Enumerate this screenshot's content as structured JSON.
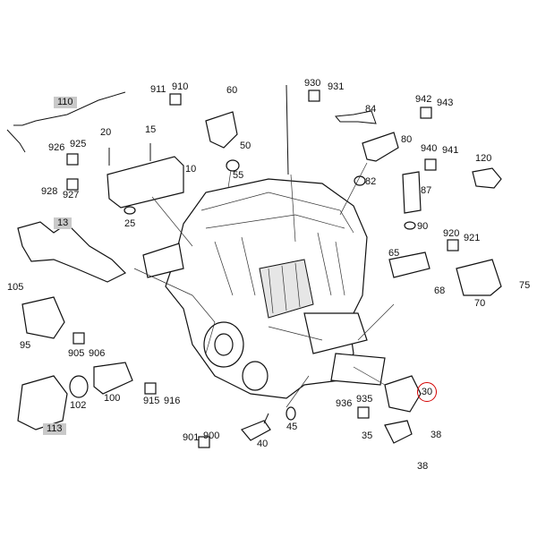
{
  "diagram": {
    "callouts": [
      "10",
      "15",
      "20",
      "25",
      "30",
      "35",
      "38",
      "38",
      "40",
      "45",
      "50",
      "55",
      "60",
      "65",
      "68",
      "70",
      "75",
      "80",
      "82",
      "84",
      "87",
      "90",
      "95",
      "100",
      "102",
      "105",
      "110",
      "113",
      "13",
      "900",
      "901",
      "905",
      "906",
      "910",
      "911",
      "915",
      "916",
      "920",
      "921",
      "925",
      "926",
      "927",
      "928",
      "930",
      "931",
      "935",
      "936",
      "940",
      "941",
      "942",
      "943"
    ],
    "highlighted_callout": "30",
    "boxed_callouts": [
      "110",
      "13",
      "113"
    ]
  }
}
